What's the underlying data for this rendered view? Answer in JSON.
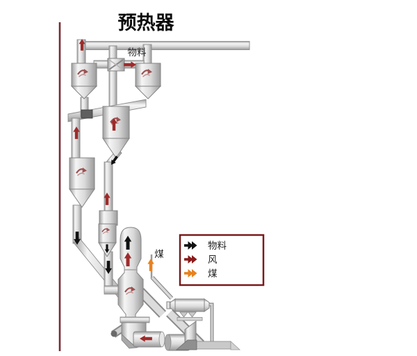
{
  "title": "预热器",
  "diagram": {
    "feed_label": "物料",
    "coal_label": "煤"
  },
  "legend": {
    "items": [
      {
        "label": "物料",
        "color": "#111111"
      },
      {
        "label": "风",
        "color": "#8b1a1a"
      },
      {
        "label": "煤",
        "color": "#e8821e"
      }
    ]
  },
  "colors": {
    "accent_line": "#7a2a33",
    "legend_border": "#7a1a1a",
    "arrow_material": "#111111",
    "arrow_air": "#9e2b2b",
    "arrow_coal": "#e8821e"
  }
}
